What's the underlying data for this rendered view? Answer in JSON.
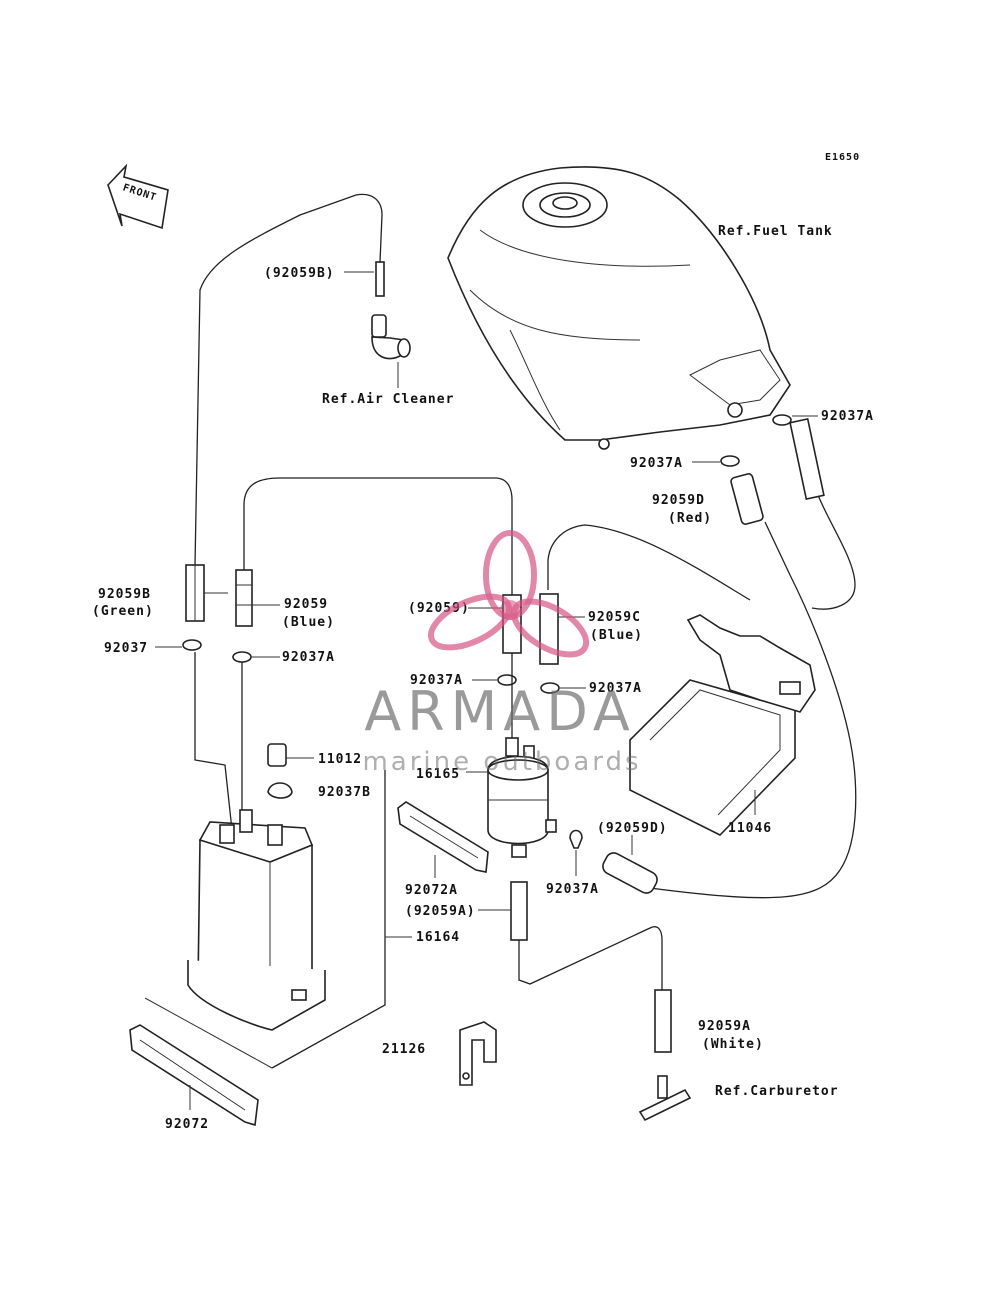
{
  "diagram_id": "E1650",
  "front_arrow": {
    "label": "FRONT",
    "icon": "front-arrow-icon"
  },
  "references": {
    "fuel_tank": "Ref.Fuel Tank",
    "air_cleaner": "Ref.Air Cleaner",
    "carburetor": "Ref.Carburetor"
  },
  "labels": {
    "p92059B_paren": "(92059B)",
    "p92059B": "92059B",
    "p92059B_color": "(Green)",
    "p92059": "92059",
    "p92059_color": "(Blue)",
    "p92059_paren": "(92059)",
    "p92059C": "92059C",
    "p92059C_color": "(Blue)",
    "p92037": "92037",
    "p92037A_1": "92037A",
    "p92037A_2": "92037A",
    "p92037A_3": "92037A",
    "p92037A_4": "92037A",
    "p92037A_5": "92037A",
    "p92037A_6": "92037A",
    "p92059D": "92059D",
    "p92059D_color": "(Red)",
    "p92059D_paren": "(92059D)",
    "p11012": "11012",
    "p92037B": "92037B",
    "p16165": "16165",
    "p11046": "11046",
    "p92072A": "92072A",
    "p92059A_paren": "(92059A)",
    "p16164": "16164",
    "p21126": "21126",
    "p92059A": "92059A",
    "p92059A_color": "(White)",
    "p92072": "92072"
  },
  "watermark": {
    "brand": "ARMADA",
    "tagline": "marine outboards",
    "color": "#d64f7f",
    "text_color": "#6b6b6b"
  }
}
